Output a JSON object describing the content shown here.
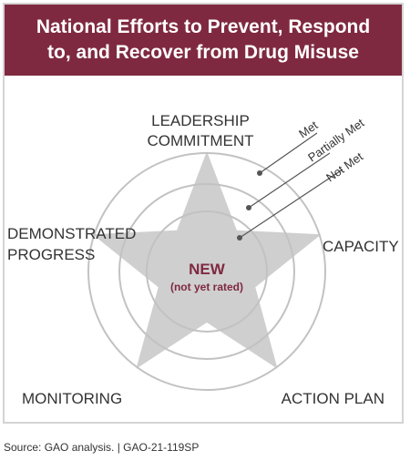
{
  "title": {
    "line1": "National Efforts to Prevent, Respond",
    "line2": "to, and Recover from Drug Misuse"
  },
  "elements": {
    "leadership_line1": "LEADERSHIP",
    "leadership_line2": "COMMITMENT",
    "capacity": "CAPACITY",
    "action_plan": "ACTION PLAN",
    "monitoring": "MONITORING",
    "demonstrated_line1": "DEMONSTRATED",
    "demonstrated_line2": "PROGRESS"
  },
  "rating_legend": {
    "met": "Met",
    "partially_met": "Partially Met",
    "not_met": "Not Met"
  },
  "center": {
    "label": "NEW",
    "sublabel": "(not yet rated)"
  },
  "source": "Source: GAO analysis.  |  GAO-21-119SP",
  "colors": {
    "title_bg": "#7f2940",
    "star_fill": "#cfcfcf",
    "ring_stroke": "#c2c2c2",
    "center_text": "#7f2940",
    "label_text": "#333333",
    "leader_stroke": "#555555"
  }
}
